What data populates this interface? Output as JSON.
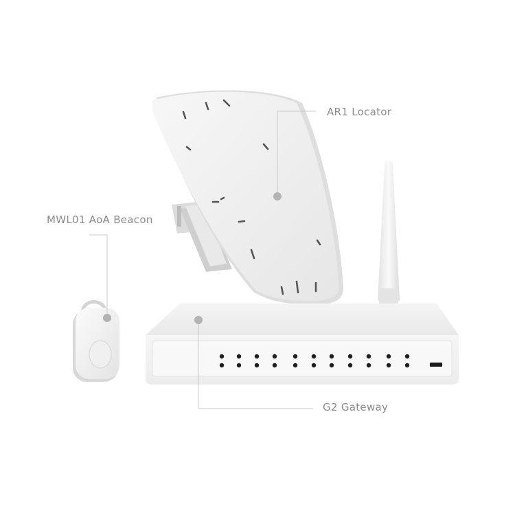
{
  "callouts": {
    "locator": {
      "label": "AR1 Locator"
    },
    "beacon": {
      "label": "MWL01 AoA Beacon"
    },
    "gateway": {
      "label": "G2 Gateway"
    }
  },
  "colors": {
    "background": "#ffffff",
    "device_white": "#f2f2f2",
    "device_shadow": "#d9d9d9",
    "leader_line": "#c8c8c8",
    "dot": "#b3b3b3",
    "label_text": "#8a8a8a",
    "port_black": "#1a1a1a"
  }
}
